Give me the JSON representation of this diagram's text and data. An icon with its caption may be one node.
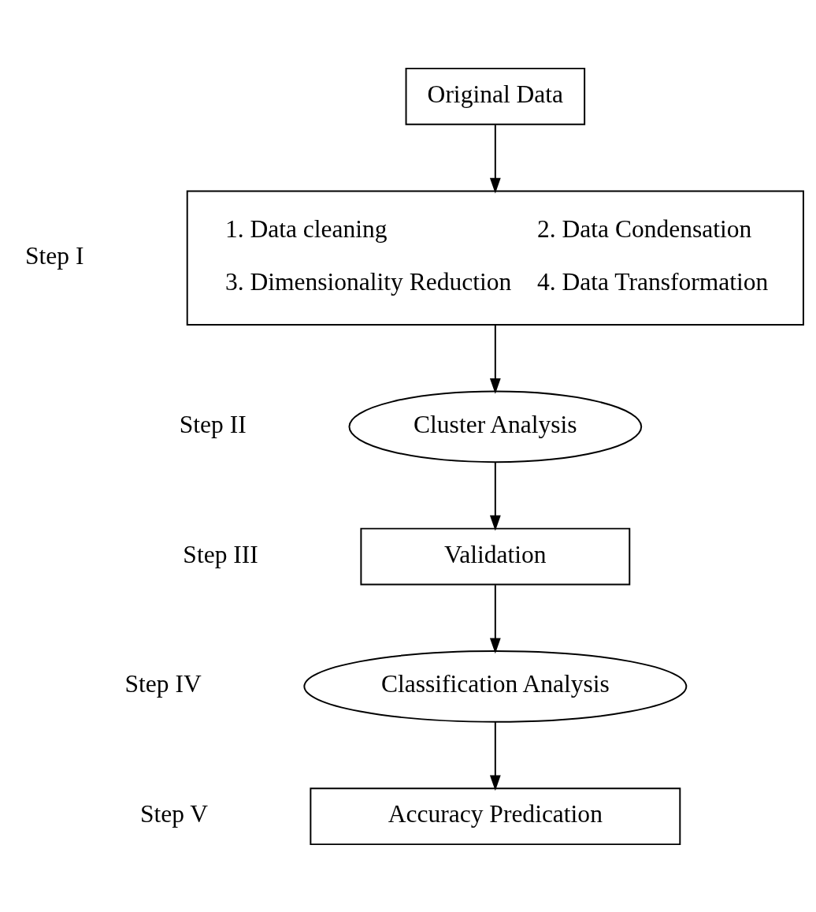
{
  "diagram": {
    "nodes": [
      {
        "text": [
          "Original Data"
        ]
      },
      {
        "text": [
          "1. Data cleaning",
          "2. Data Condensation",
          "3. Dimensionality Reduction",
          "4. Data Transformation"
        ],
        "beside": [
          "Step I"
        ]
      },
      {
        "text": [
          "Cluster Analysis"
        ],
        "beside": [
          "Step II"
        ]
      },
      {
        "text": [
          "Validation"
        ],
        "beside": [
          "Step III"
        ]
      },
      {
        "text": [
          "Classification Analysis"
        ],
        "beside": [
          "Step IV"
        ]
      },
      {
        "text": [
          "Accuracy Predication"
        ],
        "beside": [
          "Step V"
        ]
      }
    ],
    "edges": [
      {
        "from": 0,
        "to": 1,
        "arrow": "to"
      },
      {
        "from": 1,
        "to": 2,
        "arrow": "to"
      },
      {
        "from": 2,
        "to": 3,
        "arrow": "to"
      },
      {
        "from": 3,
        "to": 4,
        "arrow": "to"
      },
      {
        "from": 4,
        "to": 5,
        "arrow": "to"
      }
    ]
  }
}
